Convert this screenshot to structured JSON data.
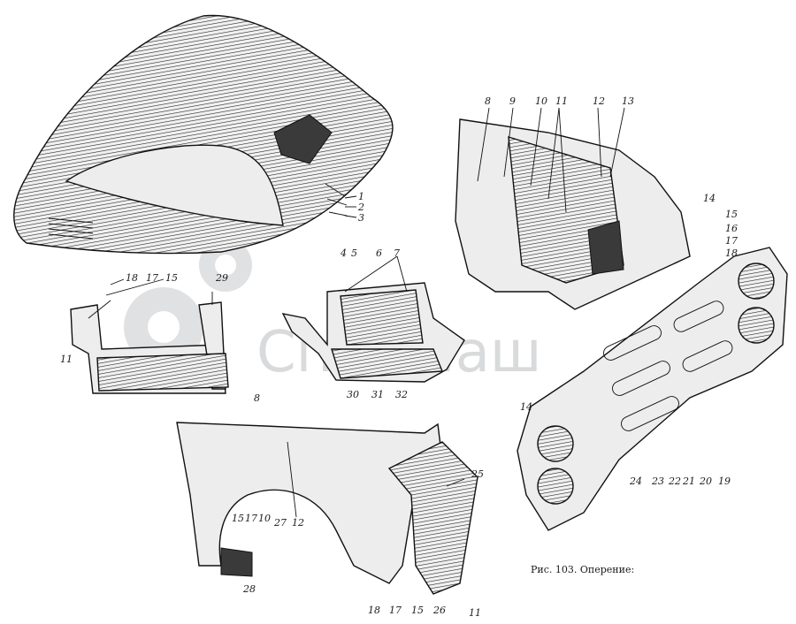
{
  "figure": {
    "caption": "Рис. 103. Оперение:",
    "watermark_text": "СпецМаш",
    "colors": {
      "ink": "#111111",
      "paper": "#ffffff",
      "watermark": "#b9bcc0"
    }
  },
  "callouts": {
    "hood": [
      "1",
      "2",
      "3"
    ],
    "step": [
      "18",
      "17",
      "15",
      "29",
      "11"
    ],
    "bracket": [
      "4",
      "5",
      "6",
      "7",
      "30",
      "31",
      "32"
    ],
    "grille_frame": [
      "8",
      "9",
      "10",
      "11",
      "12",
      "13",
      "14",
      "15",
      "16",
      "17",
      "18"
    ],
    "grille_bottom": [
      "14",
      "24",
      "23",
      "22",
      "21",
      "20",
      "19"
    ],
    "fender": [
      "8",
      "12",
      "27",
      "15",
      "17",
      "10",
      "28",
      "25",
      "18",
      "17",
      "15",
      "26",
      "11"
    ]
  }
}
